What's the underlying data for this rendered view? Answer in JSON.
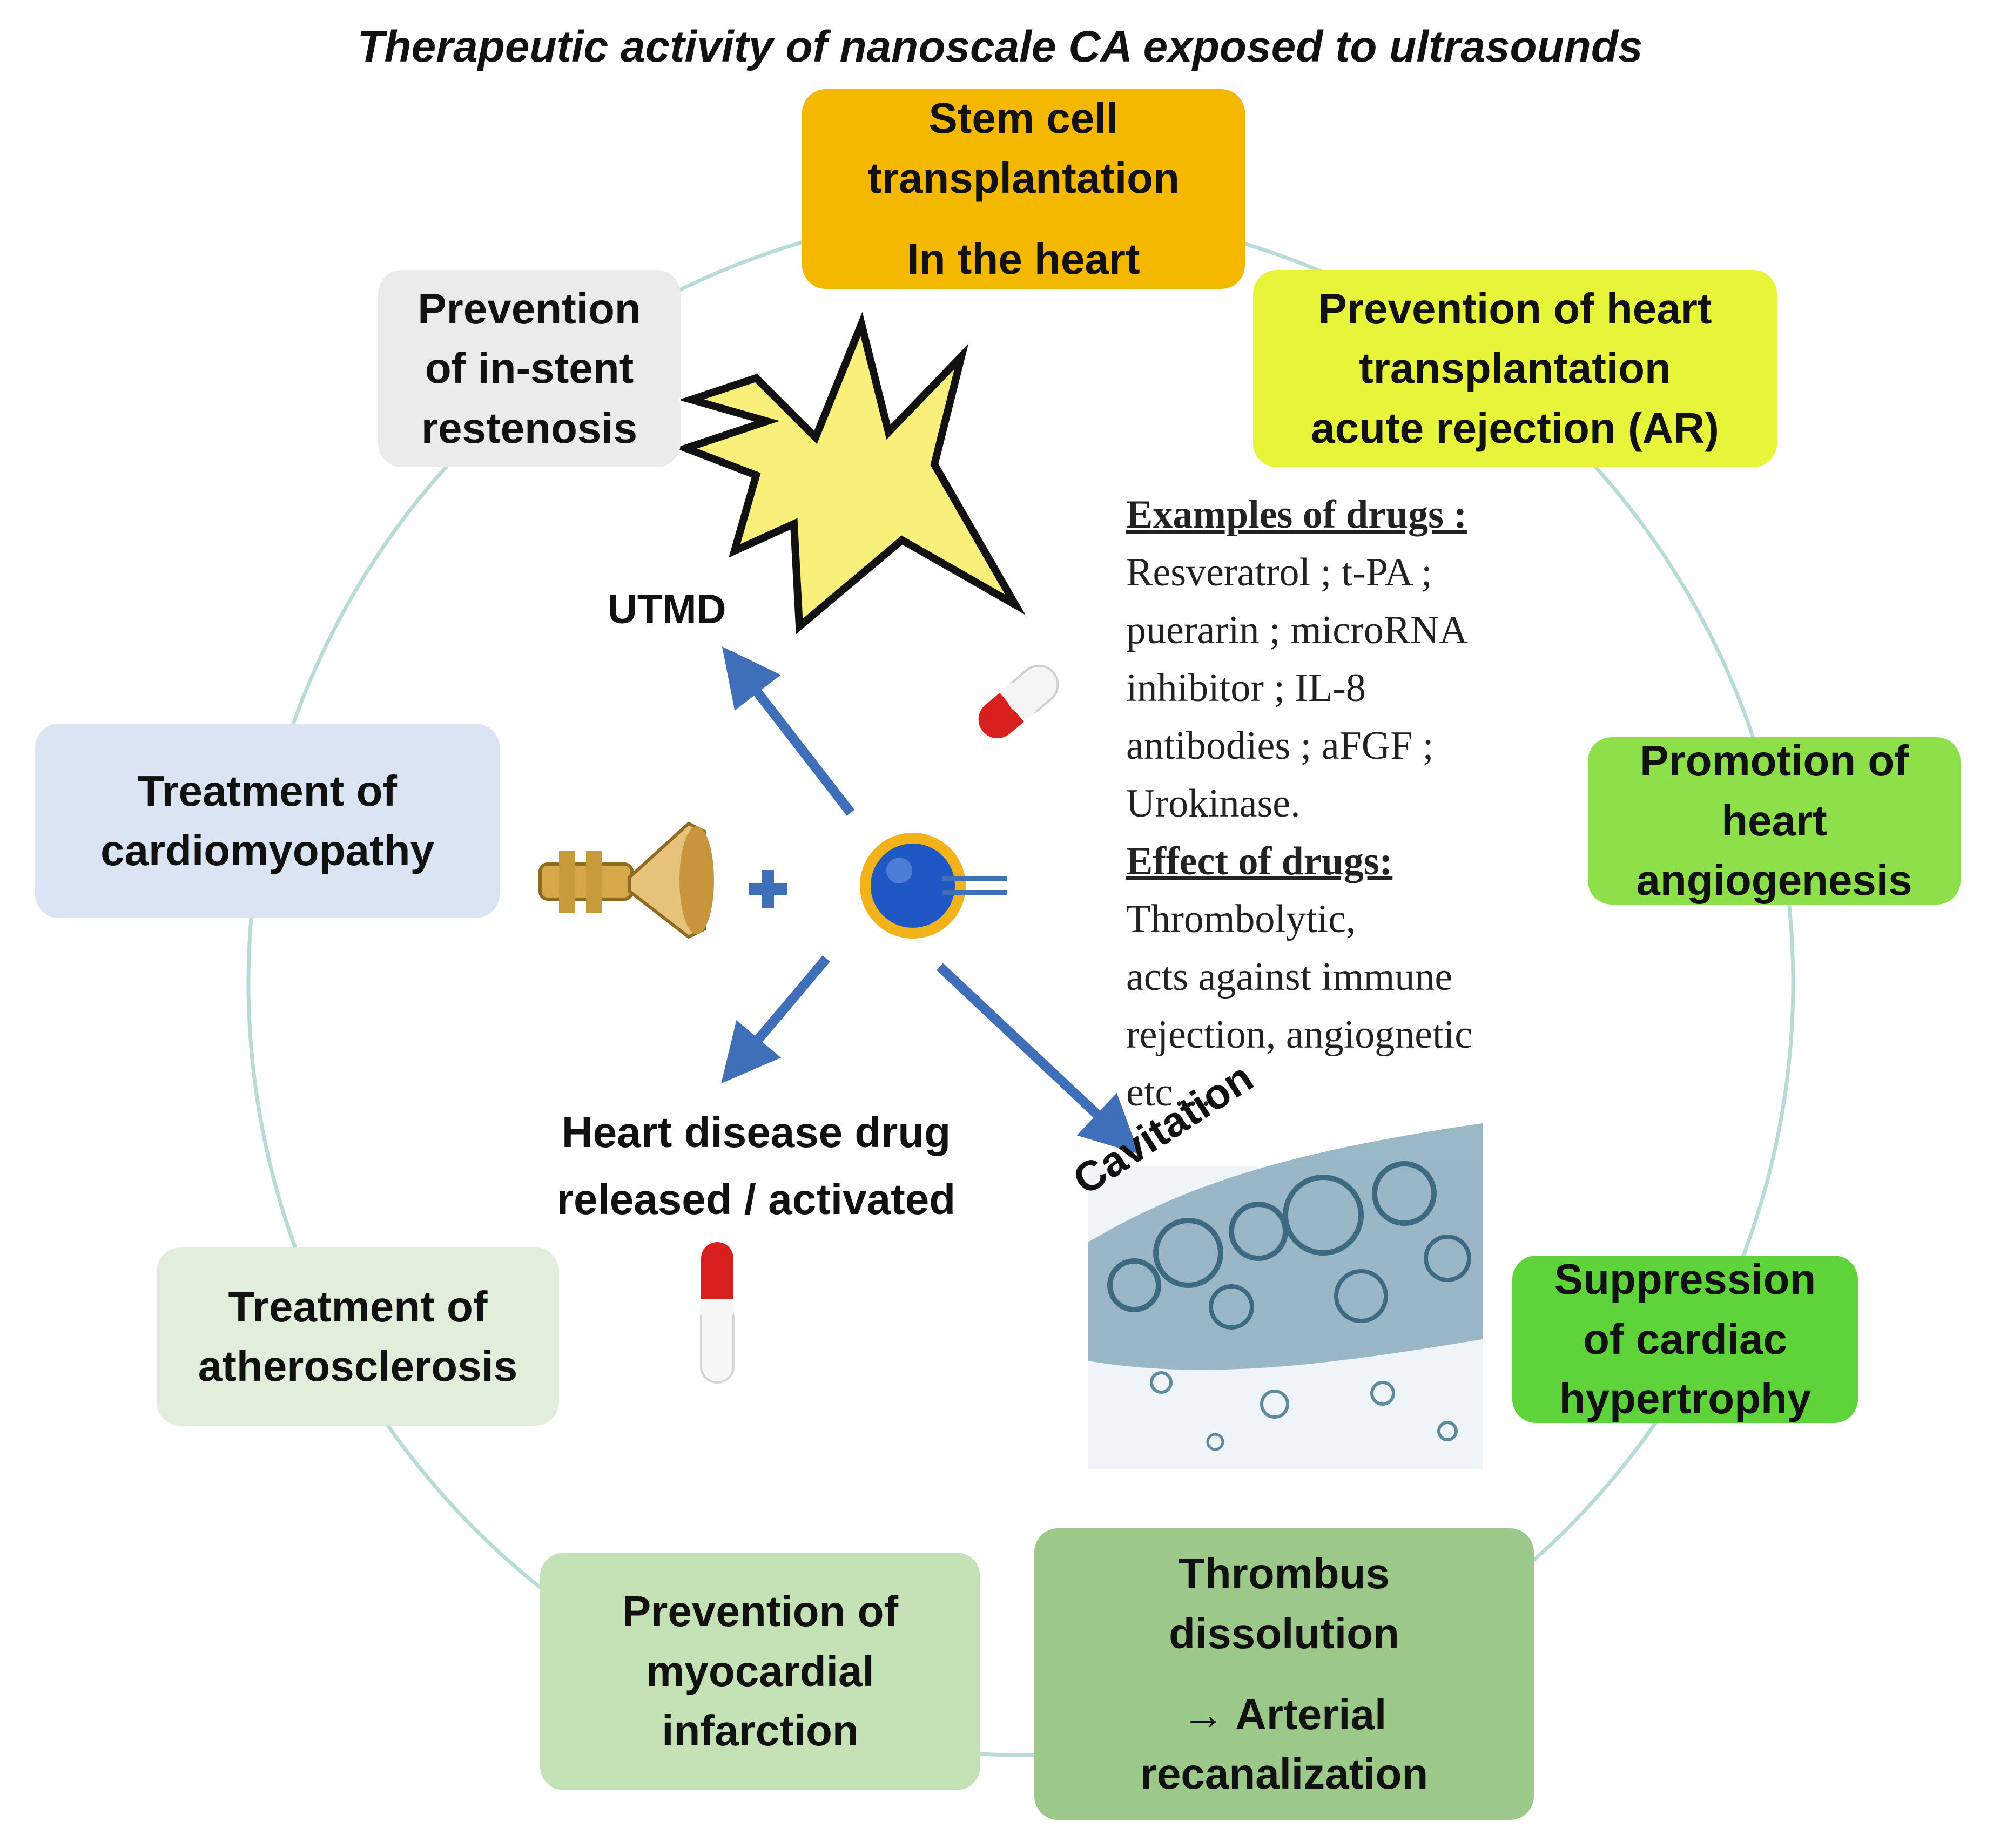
{
  "title": "Therapeutic activity of nanoscale CA exposed to ultrasounds",
  "boxes": {
    "stem_cell": {
      "lines": [
        "Stem cell",
        "transplantation",
        "In the heart"
      ],
      "color": "#f5b800"
    },
    "heart_transplant": {
      "lines": [
        "Prevention of heart",
        "transplantation",
        "acute rejection (AR)"
      ],
      "color": "#e6f53a"
    },
    "angiogenesis": {
      "lines": [
        "Promotion of",
        "heart",
        "angiogenesis"
      ],
      "color": "#8ee04a"
    },
    "hypertrophy": {
      "lines": [
        "Suppression",
        "of cardiac",
        "hypertrophy"
      ],
      "color": "#5ed43a"
    },
    "thrombus": {
      "lines": [
        "Thrombus",
        "dissolution",
        "→ Arterial",
        "recanalization"
      ],
      "color": "#9cc98a"
    },
    "myocardial": {
      "lines": [
        "Prevention of",
        "myocardial",
        "infarction"
      ],
      "color": "#c5e2b6"
    },
    "atherosclerosis": {
      "lines": [
        "Treatment of",
        "atherosclerosis"
      ],
      "color": "#e0eedb"
    },
    "cardiomyopathy": {
      "lines": [
        "Treatment of",
        "cardiomyopathy"
      ],
      "color": "#dbe4f3"
    },
    "restenosis": {
      "lines": [
        "Prevention",
        "of in-stent",
        "restenosis"
      ],
      "color": "#ebebeb"
    }
  },
  "center": {
    "utmd_label": "UTMD",
    "released_lines": [
      "Heart disease drug",
      "released / activated"
    ],
    "cavitation_label": "Cavitation",
    "plus_symbol": "+",
    "equals_symbol": "=",
    "microbubble_color": "#1f57c4",
    "shell_color": "#f2b21a",
    "arrow_color": "#3f6fb8"
  },
  "drugs": {
    "examples_heading": "Examples of drugs :",
    "examples_lines": [
      "Resveratrol ; t-PA ;",
      "puerarin ; microRNA",
      "inhibitor ; IL-8",
      "antibodies ; aFGF ;",
      "Urokinase."
    ],
    "effect_heading": "Effect of drugs:",
    "effect_lines": [
      "Thrombolytic,",
      "acts against immune",
      "rejection, angiognetic",
      "etc…"
    ]
  }
}
